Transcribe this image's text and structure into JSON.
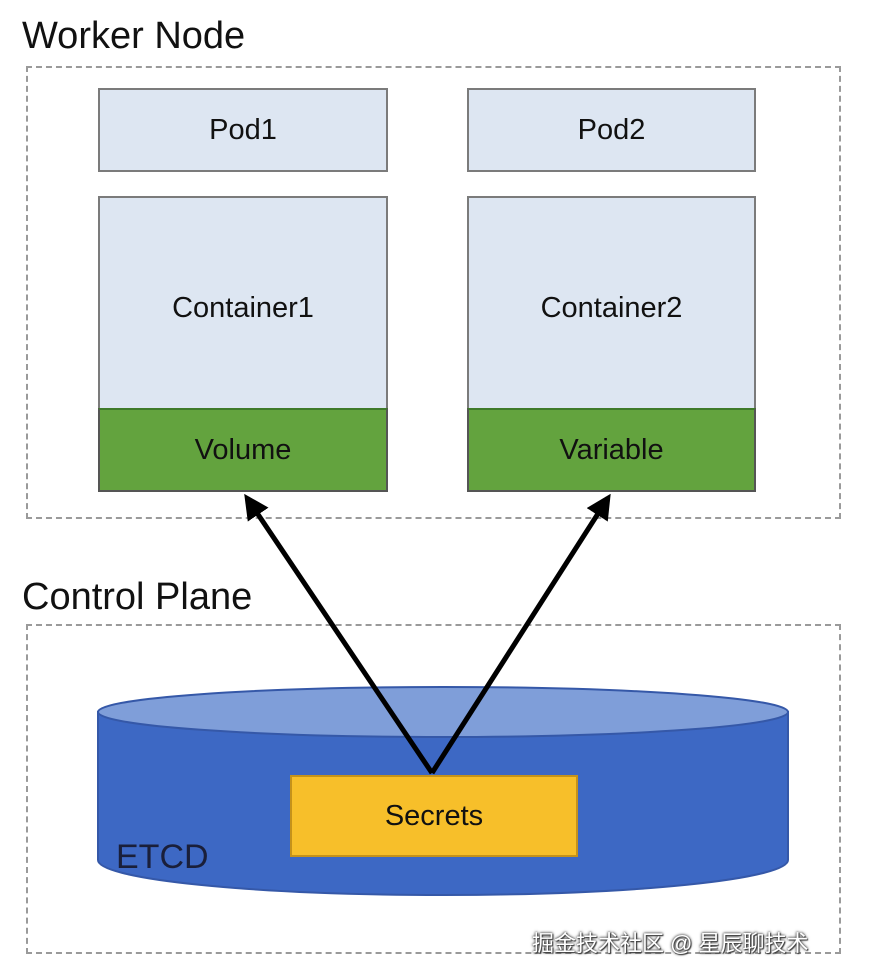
{
  "worker_node": {
    "title": "Worker Node",
    "pods": [
      {
        "pod_label": "Pod1",
        "container_label": "Container1",
        "mount_label": "Volume"
      },
      {
        "pod_label": "Pod2",
        "container_label": "Container2",
        "mount_label": "Variable"
      }
    ]
  },
  "control_plane": {
    "title": "Control Plane",
    "etcd_label": "ETCD",
    "secrets_label": "Secrets"
  },
  "watermark": "掘金技术社区 @ 星辰聊技术",
  "colors": {
    "pod_fill": "#dde6f2",
    "mount_fill": "#63a33e",
    "secrets_fill": "#f7bf2a",
    "cylinder_body": "#3d68c4",
    "cylinder_top": "#7f9ed9"
  }
}
